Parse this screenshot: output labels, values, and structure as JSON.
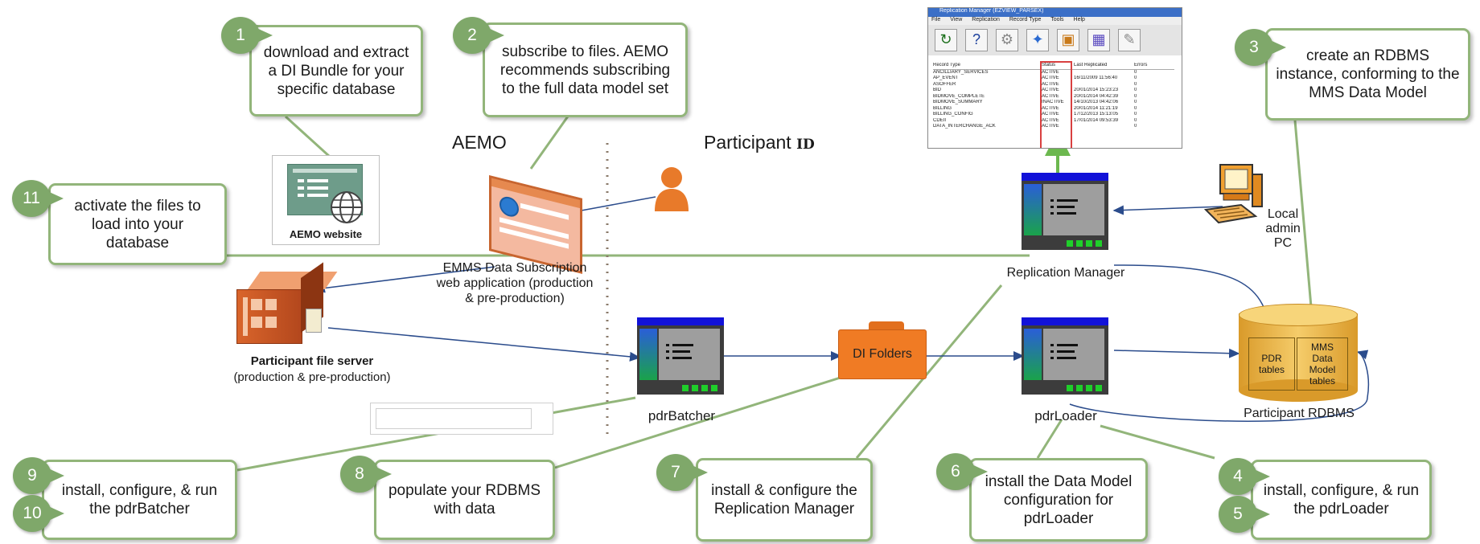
{
  "callouts": {
    "c1": {
      "badge": "1",
      "text": "download and extract a DI Bundle for your specific database"
    },
    "c2": {
      "badge": "2",
      "text": "subscribe to files. AEMO recommends subscribing to the full data model set"
    },
    "c3": {
      "badge": "3",
      "text": "create an RDBMS instance, conforming to the MMS Data Model"
    },
    "c11": {
      "badge": "11",
      "text": "activate the files to load into your database"
    },
    "c9": {
      "badge_a": "9",
      "badge_b": "10",
      "text": "install, configure, & run the pdrBatcher"
    },
    "c8": {
      "badge": "8",
      "text": "populate your RDBMS with data"
    },
    "c7": {
      "badge": "7",
      "text": "install & configure the Replication Manager"
    },
    "c6": {
      "badge": "6",
      "text": "install the Data Model configuration for pdrLoader"
    },
    "c4": {
      "badge_a": "4",
      "badge_b": "5",
      "text": "install, configure, & run the pdrLoader"
    }
  },
  "zones": {
    "aemo": "AEMO",
    "participant": "Participant",
    "participant_suffix": "ID"
  },
  "nodes": {
    "aemo_website": "AEMO website",
    "emms_app": "EMMS Data Subscription web application (production & pre-production)",
    "file_server_title": "Participant file server",
    "file_server_sub": "(production & pre-production)",
    "pdr_batcher": "pdrBatcher",
    "di_folders": "DI Folders",
    "pdr_loader": "pdrLoader",
    "replication_manager": "Replication Manager",
    "local_admin_pc": "Local admin PC",
    "participant_rdbms": "Participant RDBMS",
    "pdr_tables": "PDR tables",
    "mms_tables": "MMS Data Model tables"
  },
  "replication_manager_window": {
    "title": "Replication Manager (EZVIEW_PARSEX)",
    "menu": [
      "File",
      "View",
      "Replication",
      "Record Type",
      "Tools",
      "Help"
    ],
    "columns": [
      "Record Type",
      "Status",
      "Last Replicated",
      "Errors"
    ],
    "rows": [
      [
        "ANCILLIARY_SERVICES",
        "ACTIVE",
        "",
        "0"
      ],
      [
        "AP_EVENT",
        "ACTIVE",
        "16/11/2009 11:56:40",
        "0"
      ],
      [
        "ASOFFER",
        "ACTIVE",
        "",
        "0"
      ],
      [
        "BID",
        "ACTIVE",
        "20/01/2014 15:23:23",
        "0"
      ],
      [
        "BIDMOVE_COMPLETE",
        "ACTIVE",
        "20/01/2014 04:42:39",
        "0"
      ],
      [
        "BIDMOVE_SUMMARY",
        "INACTIVE",
        "14/10/2013 04:42:06",
        "0"
      ],
      [
        "BILLING",
        "ACTIVE",
        "20/01/2014 11:21:19",
        "0"
      ],
      [
        "BILLING_CONFIG",
        "ACTIVE",
        "17/12/2013 15:13:05",
        "0"
      ],
      [
        "CDEII",
        "ACTIVE",
        "17/01/2014 09:53:39",
        "0"
      ],
      [
        "DATA_INTERCHANGE_ACK",
        "ACTIVE",
        "",
        "0"
      ]
    ]
  },
  "colors": {
    "green": "#92b57a",
    "orange": "#e87a2a",
    "blue_arrow": "#2b4c8c",
    "window_blue": "#1212d8",
    "db_gold": "#e8b24a"
  }
}
